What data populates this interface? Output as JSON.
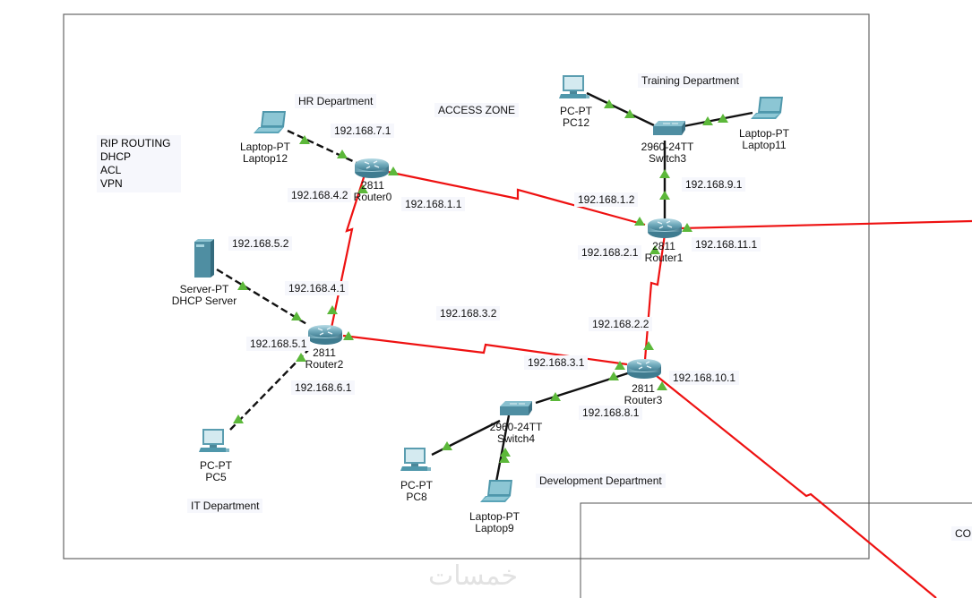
{
  "notes": [
    "RIP ROUTING",
    "DHCP",
    "ACL",
    "VPN"
  ],
  "zones": {
    "access_zone": "ACCESS ZONE",
    "core_zone_partial": "CO"
  },
  "departments": {
    "hr": "HR Department",
    "training": "Training Department",
    "it": "IT Department",
    "development": "Development Department"
  },
  "devices": [
    {
      "id": "router0",
      "model": "2811",
      "name": "Router0",
      "type": "router"
    },
    {
      "id": "router1",
      "model": "2811",
      "name": "Router1",
      "type": "router"
    },
    {
      "id": "router2",
      "model": "2811",
      "name": "Router2",
      "type": "router"
    },
    {
      "id": "router3",
      "model": "2811",
      "name": "Router3",
      "type": "router"
    },
    {
      "id": "switch3",
      "model": "2960-24TT",
      "name": "Switch3",
      "type": "switch"
    },
    {
      "id": "switch4",
      "model": "2960-24TT",
      "name": "Switch4",
      "type": "switch"
    },
    {
      "id": "laptop12",
      "model": "Laptop-PT",
      "name": "Laptop12",
      "type": "laptop"
    },
    {
      "id": "laptop11",
      "model": "Laptop-PT",
      "name": "Laptop11",
      "type": "laptop"
    },
    {
      "id": "laptop9",
      "model": "Laptop-PT",
      "name": "Laptop9",
      "type": "laptop"
    },
    {
      "id": "pc12",
      "model": "PC-PT",
      "name": "PC12",
      "type": "pc"
    },
    {
      "id": "pc5",
      "model": "PC-PT",
      "name": "PC5",
      "type": "pc"
    },
    {
      "id": "pc8",
      "model": "PC-PT",
      "name": "PC8",
      "type": "pc"
    },
    {
      "id": "dhcp",
      "model": "Server-PT",
      "name": "DHCP Server",
      "type": "server"
    }
  ],
  "ip_labels": {
    "r0_lan": "192.168.7.1",
    "r0_to_r2": "192.168.4.2",
    "r0_to_r1": "192.168.1.1",
    "r1_to_r0": "192.168.1.2",
    "r1_lan": "192.168.9.1",
    "r1_to_r3": "192.168.2.1",
    "r1_out": "192.168.11.1",
    "server": "192.168.5.2",
    "r2_to_r0": "192.168.4.1",
    "r2_to_r3": "192.168.3.2",
    "r2_server": "192.168.5.1",
    "r2_lan": "192.168.6.1",
    "r3_to_r1": "192.168.2.2",
    "r3_to_r2": "192.168.3.1",
    "r3_out": "192.168.10.1",
    "r3_lan": "192.168.8.1"
  },
  "colors": {
    "serial_link": "#ee1111",
    "copper_link": "#111111",
    "link_up": "#5cb83a",
    "device_teal": "#4f97ab",
    "label_bg": "#f6f7fc"
  },
  "watermark": "خمسات"
}
